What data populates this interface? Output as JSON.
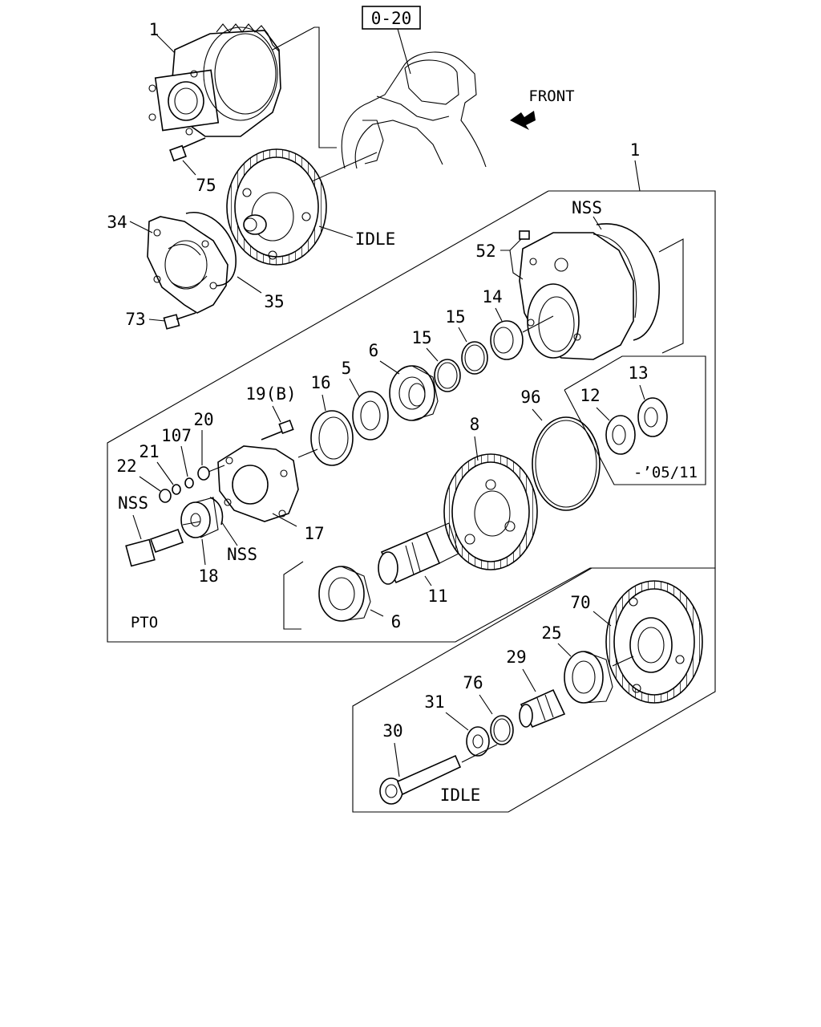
{
  "ref_box": "0-20",
  "direction_label": "FRONT",
  "callouts": {
    "c1_top": "1",
    "c75": "75",
    "c34": "34",
    "c35": "35",
    "c73": "73",
    "idle_top": "IDLE",
    "c1_pto": "1",
    "nss_top": "NSS",
    "c52": "52",
    "c14": "14",
    "c15a": "15",
    "c15b": "15",
    "c6a": "6",
    "c5": "5",
    "c16": "16",
    "c19b": "19(B)",
    "c20": "20",
    "c107": "107",
    "c21": "21",
    "c22": "22",
    "nss_bolt": "NSS",
    "c18": "18",
    "nss_mid": "NSS",
    "c17": "17",
    "c8": "8",
    "c96": "96",
    "c12": "12",
    "c13": "13",
    "date_note": "-’05/11",
    "c11": "11",
    "c6b": "6",
    "pto_label": "PTO",
    "c70": "70",
    "c25": "25",
    "c29": "29",
    "c76": "76",
    "c31": "31",
    "c30": "30",
    "idle_bottom": "IDLE"
  }
}
